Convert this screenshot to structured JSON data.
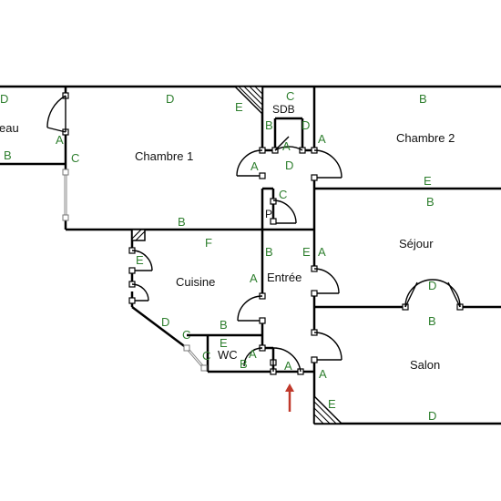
{
  "rooms": {
    "bureau": "eau",
    "chambre1": "Chambre 1",
    "sdb": "SDB",
    "chambre2": "Chambre 2",
    "placard": "Pl",
    "sejour": "Séjour",
    "cuisine": "Cuisine",
    "entree": "Entrée",
    "wc": "WC",
    "salon": "Salon"
  },
  "wall_labels": {
    "bureau_top": "D",
    "bureau_door": "A",
    "bureau_bottom": "B",
    "chambre1_window": "C",
    "chambre1_top": "D",
    "chambre1_corner": "E",
    "sdb_top": "C",
    "sdb_left": "B",
    "sdb_door": "A",
    "sdb_right": "D",
    "sdb_bottom": "D",
    "chambre1_door": "A",
    "chambre2_door": "A",
    "chambre2_top": "B",
    "chambre2_bottom": "E",
    "placard_door": "C",
    "chambre1_bottom": "B",
    "sejour_top": "B",
    "cuisine_top": "F",
    "entree_left_top": "B",
    "entree_right_top": "E",
    "sejour_door": "A",
    "cuisine_window": "E",
    "cuisine_door": "A",
    "sejour_salon_door": "D",
    "sejour_salon_wall": "B",
    "cuisine_diag": "D",
    "cuisine_bottom": "B",
    "wc_window": "C",
    "wc_top": "E",
    "wc_left": "C",
    "wc_bottom": "B",
    "wc_door": "A",
    "entree_door": "A",
    "salon_door": "A",
    "salon_corner": "E",
    "salon_bottom": "D"
  },
  "entry_arrow_color": "#c0392b",
  "wall_color": "#000000",
  "label_color": "#2f7f2f"
}
